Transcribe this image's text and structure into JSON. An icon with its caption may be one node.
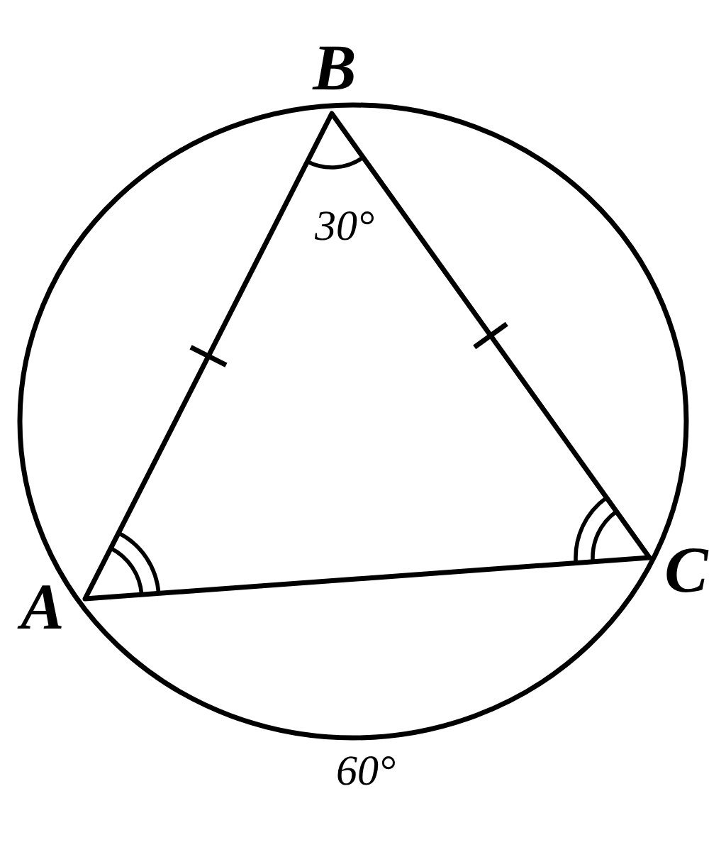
{
  "diagram": {
    "labels": [
      "B",
      "30°",
      "A",
      "C",
      "60°"
    ]
  }
}
